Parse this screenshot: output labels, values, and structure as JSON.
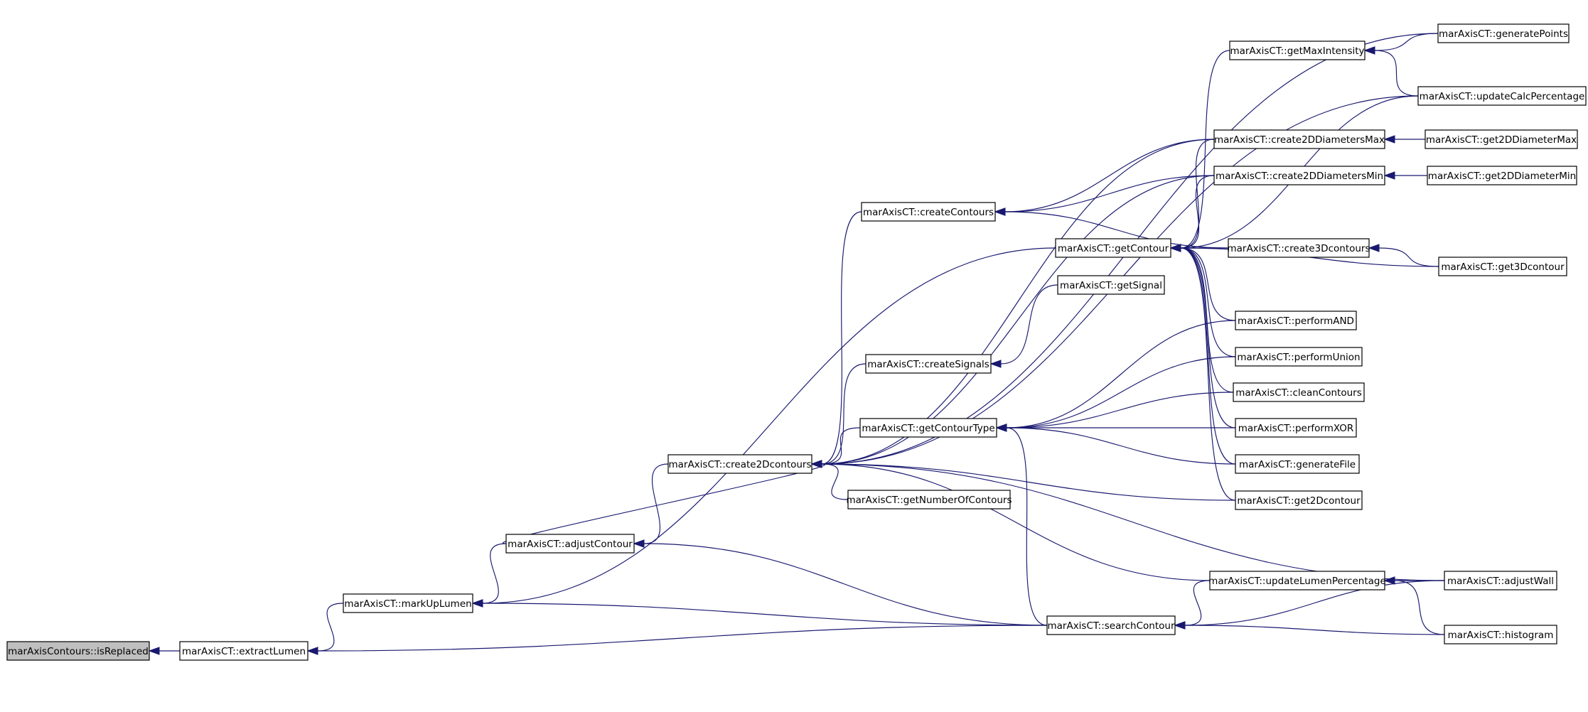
{
  "graph": {
    "nodes": [
      {
        "id": "isReplaced",
        "label": "marAxisContours::isReplaced",
        "root": true
      },
      {
        "id": "extractLumen",
        "label": "marAxisCT::extractLumen"
      },
      {
        "id": "markUpLumen",
        "label": "marAxisCT::markUpLumen"
      },
      {
        "id": "adjustContour",
        "label": "marAxisCT::adjustContour"
      },
      {
        "id": "create2Dcontours",
        "label": "marAxisCT::create2Dcontours"
      },
      {
        "id": "createContours",
        "label": "marAxisCT::createContours"
      },
      {
        "id": "createSignals",
        "label": "marAxisCT::createSignals"
      },
      {
        "id": "getContourType",
        "label": "marAxisCT::getContourType"
      },
      {
        "id": "getNumberOfContours",
        "label": "marAxisCT::getNumberOfContours"
      },
      {
        "id": "getContour",
        "label": "marAxisCT::getContour"
      },
      {
        "id": "getSignal",
        "label": "marAxisCT::getSignal"
      },
      {
        "id": "searchContour",
        "label": "marAxisCT::searchContour"
      },
      {
        "id": "getMaxIntensity",
        "label": "marAxisCT::getMaxIntensity"
      },
      {
        "id": "create2DDiametersMax",
        "label": "marAxisCT::create2DDiametersMax"
      },
      {
        "id": "create2DDiametersMin",
        "label": "marAxisCT::create2DDiametersMin"
      },
      {
        "id": "create3Dcontours",
        "label": "marAxisCT::create3Dcontours"
      },
      {
        "id": "performAND",
        "label": "marAxisCT::performAND"
      },
      {
        "id": "performUnion",
        "label": "marAxisCT::performUnion"
      },
      {
        "id": "cleanContours",
        "label": "marAxisCT::cleanContours"
      },
      {
        "id": "performXOR",
        "label": "marAxisCT::performXOR"
      },
      {
        "id": "generateFile",
        "label": "marAxisCT::generateFile"
      },
      {
        "id": "get2Dcontour",
        "label": "marAxisCT::get2Dcontour"
      },
      {
        "id": "updateLumenPercentage",
        "label": "marAxisCT::updateLumenPercentage"
      },
      {
        "id": "generatePoints",
        "label": "marAxisCT::generatePoints"
      },
      {
        "id": "updateCalcPercentage",
        "label": "marAxisCT::updateCalcPercentage"
      },
      {
        "id": "get2DDiameterMax",
        "label": "marAxisCT::get2DDiameterMax"
      },
      {
        "id": "get2DDiameterMin",
        "label": "marAxisCT::get2DDiameterMin"
      },
      {
        "id": "get3Dcontour",
        "label": "marAxisCT::get3Dcontour"
      },
      {
        "id": "adjustWall",
        "label": "marAxisCT::adjustWall"
      },
      {
        "id": "histogram",
        "label": "marAxisCT::histogram"
      }
    ],
    "edges": [
      {
        "from": "extractLumen",
        "to": "isReplaced"
      },
      {
        "from": "markUpLumen",
        "to": "extractLumen"
      },
      {
        "from": "adjustContour",
        "to": "markUpLumen"
      },
      {
        "from": "create2Dcontours",
        "to": "adjustContour"
      },
      {
        "from": "getContour",
        "to": "markUpLumen"
      },
      {
        "from": "searchContour",
        "to": "markUpLumen"
      },
      {
        "from": "searchContour",
        "to": "extractLumen"
      },
      {
        "from": "searchContour",
        "to": "adjustContour"
      },
      {
        "from": "adjustContour",
        "to": "create2Dcontours"
      },
      {
        "from": "createContours",
        "to": "create2Dcontours"
      },
      {
        "from": "createSignals",
        "to": "create2Dcontours"
      },
      {
        "from": "getContourType",
        "to": "create2Dcontours"
      },
      {
        "from": "getNumberOfContours",
        "to": "create2Dcontours"
      },
      {
        "from": "get2Dcontour",
        "to": "create2Dcontours"
      },
      {
        "from": "updateLumenPercentage",
        "to": "create2Dcontours"
      },
      {
        "from": "adjustWall",
        "to": "create2Dcontours"
      },
      {
        "from": "generatePoints",
        "to": "create2Dcontours"
      },
      {
        "from": "updateCalcPercentage",
        "to": "create2Dcontours"
      },
      {
        "from": "create2DDiametersMax",
        "to": "create2Dcontours"
      },
      {
        "from": "create2DDiametersMin",
        "to": "create2Dcontours"
      },
      {
        "from": "getSignal",
        "to": "createSignals"
      },
      {
        "from": "create2DDiametersMax",
        "to": "createContours"
      },
      {
        "from": "create2DDiametersMin",
        "to": "createContours"
      },
      {
        "from": "create3Dcontours",
        "to": "createContours"
      },
      {
        "from": "getMaxIntensity",
        "to": "getContour"
      },
      {
        "from": "create2DDiametersMax",
        "to": "getContour"
      },
      {
        "from": "create2DDiametersMin",
        "to": "getContour"
      },
      {
        "from": "create3Dcontours",
        "to": "getContour"
      },
      {
        "from": "get3Dcontour",
        "to": "getContour"
      },
      {
        "from": "updateCalcPercentage",
        "to": "getContour"
      },
      {
        "from": "performAND",
        "to": "getContour"
      },
      {
        "from": "performUnion",
        "to": "getContour"
      },
      {
        "from": "cleanContours",
        "to": "getContour"
      },
      {
        "from": "performXOR",
        "to": "getContour"
      },
      {
        "from": "generateFile",
        "to": "getContour"
      },
      {
        "from": "get2Dcontour",
        "to": "getContour"
      },
      {
        "from": "performAND",
        "to": "getContourType"
      },
      {
        "from": "performUnion",
        "to": "getContourType"
      },
      {
        "from": "cleanContours",
        "to": "getContourType"
      },
      {
        "from": "performXOR",
        "to": "getContourType"
      },
      {
        "from": "generateFile",
        "to": "getContourType"
      },
      {
        "from": "searchContour",
        "to": "getContourType"
      },
      {
        "from": "updateLumenPercentage",
        "to": "searchContour"
      },
      {
        "from": "adjustWall",
        "to": "searchContour"
      },
      {
        "from": "histogram",
        "to": "searchContour"
      },
      {
        "from": "adjustWall",
        "to": "updateLumenPercentage"
      },
      {
        "from": "histogram",
        "to": "updateLumenPercentage"
      },
      {
        "from": "generatePoints",
        "to": "getMaxIntensity"
      },
      {
        "from": "updateCalcPercentage",
        "to": "getMaxIntensity"
      },
      {
        "from": "get2DDiameterMax",
        "to": "create2DDiametersMax"
      },
      {
        "from": "get2DDiameterMin",
        "to": "create2DDiametersMin"
      },
      {
        "from": "get3Dcontour",
        "to": "create3Dcontours"
      }
    ]
  }
}
